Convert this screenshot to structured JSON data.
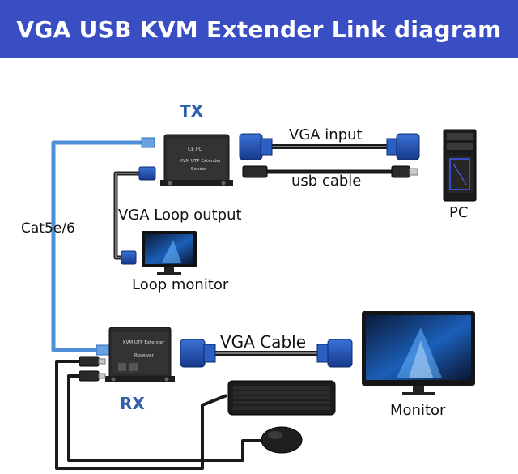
{
  "title": "VGA USB KVM Extender Link diagram",
  "labels": {
    "tx": "TX",
    "rx": "RX",
    "vga_input": "VGA input",
    "usb_cable": "usb cable",
    "pc": "PC",
    "cat": "Cat5e/6",
    "vga_loop_output": "VGA Loop output",
    "loop_monitor": "Loop monitor",
    "vga_cable": "VGA Cable",
    "monitor": "Monitor"
  },
  "device_text": {
    "tx_line1": "KVM UTP Extender",
    "tx_line2": "Sender",
    "tx_marks": "CE FC",
    "rx_line1": "KVM UTP Extender",
    "rx_line2": "Receiver"
  },
  "colors": {
    "banner": "#3a4ec4",
    "cat_cable": "#4f8fd8",
    "vga_blue": "#1f4fb0",
    "accent_text": "#2f5fae"
  }
}
